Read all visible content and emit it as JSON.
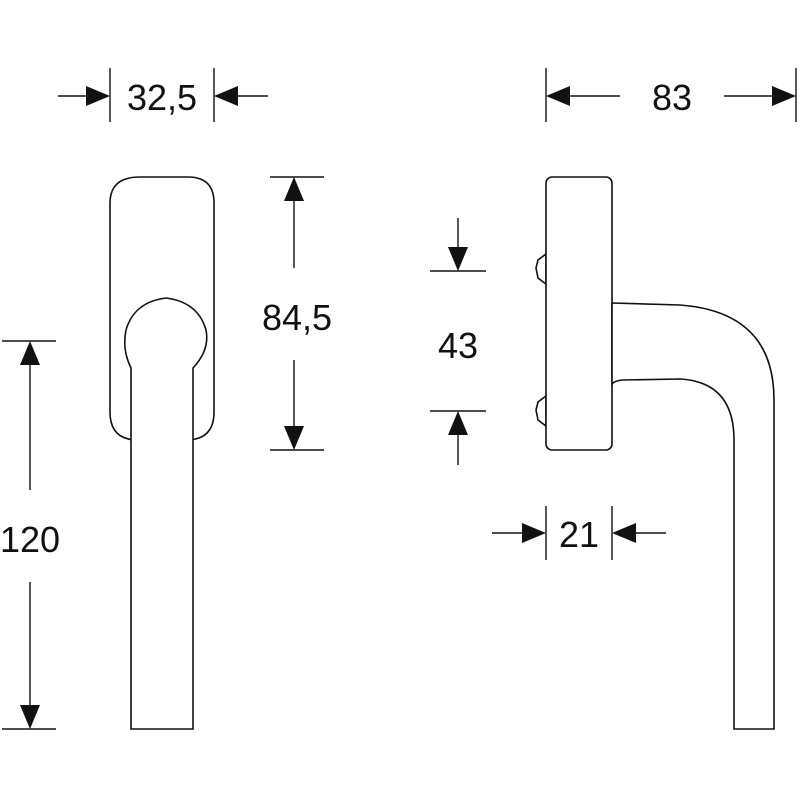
{
  "dimensions": {
    "width_top": "32,5",
    "depth_top": "83",
    "rose_height": "84,5",
    "handle_length": "120",
    "screw_spacing": "43",
    "rose_depth": "21"
  }
}
